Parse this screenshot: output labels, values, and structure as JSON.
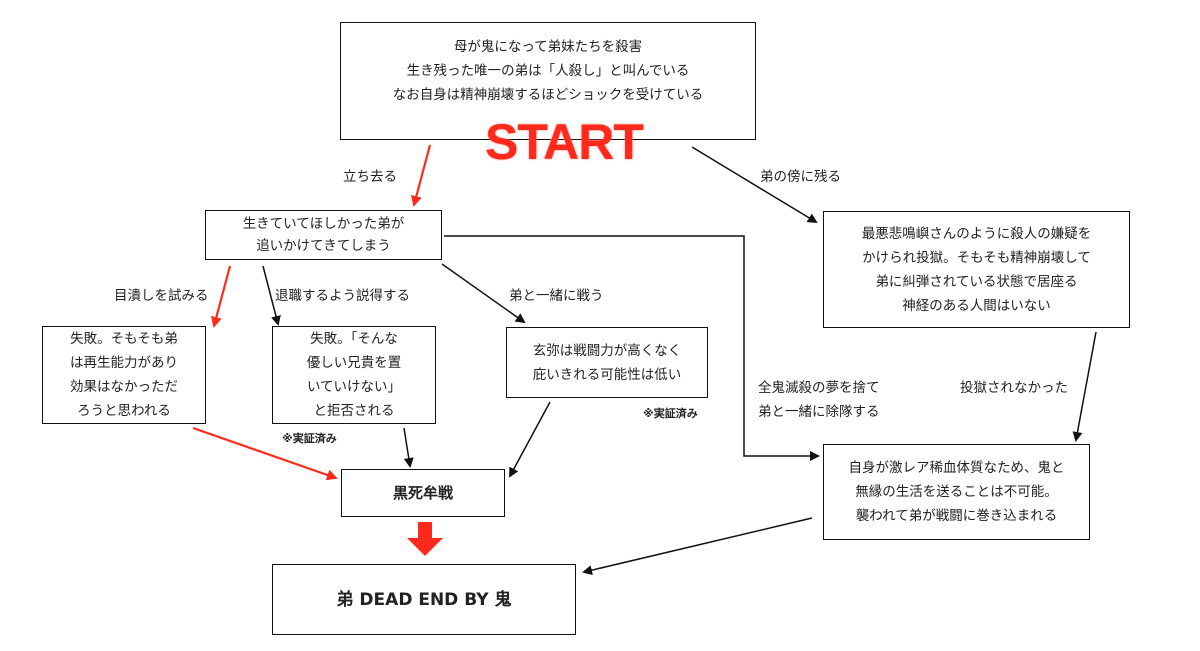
{
  "colors": {
    "accent": "#ff2a1c",
    "line": "#111111"
  },
  "start_label": "START",
  "boxes": {
    "start": [
      "母が鬼になって弟妹たちを殺害",
      "生き残った唯一の弟は「人殺し」と叫んでいる",
      "なお自身は精神崩壊するほどショックを受けている"
    ],
    "chase": [
      "生きていてほしかった弟が",
      "追いかけてきてしまう"
    ],
    "prison": [
      "最悪悲鳴嶼さんのように殺人の嫌疑を",
      "かけられ投獄。そもそも精神崩壊して",
      "弟に糾弾されている状態で居座る",
      "神経のある人間はいない"
    ],
    "blind": [
      "失敗。そもそも弟",
      "は再生能力があり",
      "効果はなかっただ",
      "ろうと思われる"
    ],
    "persuade": [
      "失敗。「そんな",
      "優しい兄貴を置",
      "いていけない」",
      "と拒否される"
    ],
    "genya": [
      "玄弥は戦闘力が高くなく",
      "庇いきれる可能性は低い"
    ],
    "rare": [
      "自身が激レア稀血体質なため、鬼と",
      "無縁の生活を送ることは不可能。",
      "襲われて弟が戦闘に巻き込まれる"
    ],
    "kokushibo": "黒死牟戦",
    "dead_end": "弟 DEAD END BY 鬼"
  },
  "edge_labels": {
    "leave": "立ち去る",
    "stay": "弟の傍に残る",
    "blind": "目潰しを試みる",
    "persuade": "退職するよう説得する",
    "fight": "弟と一緒に戦う",
    "quit_line1": "全鬼滅殺の夢を捨て",
    "quit_line2": "弟と一緒に除隊する",
    "not_jailed": "投獄されなかった"
  },
  "notes": {
    "verified_1": "※実証済み",
    "verified_2": "※実証済み"
  }
}
